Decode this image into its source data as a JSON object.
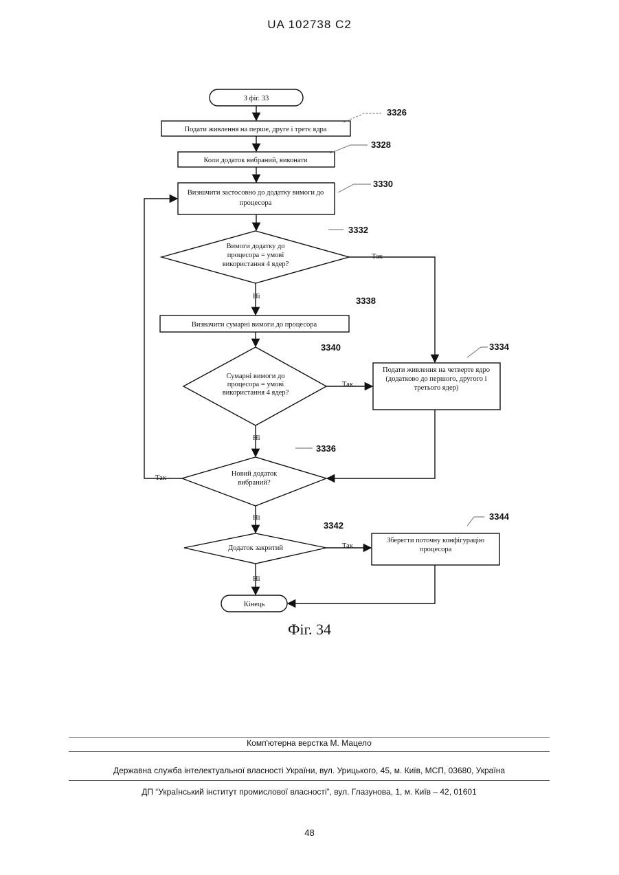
{
  "header": {
    "doc_id": "UA   102738   C2"
  },
  "flowchart": {
    "nodes": {
      "start": "З фіг. 33",
      "n3326": "Подати живлення на перше, друге і третє ядра",
      "n3328": "Коли додаток вибраний, виконати",
      "n3330_l1": "Визначити застосовно до додатку вимоги до",
      "n3330_l2": "процесора",
      "d3332_l1": "Вимоги додатку до",
      "d3332_l2": "процесора = умові",
      "d3332_l3": "використання 4 ядер?",
      "n3338": "Визначити сумарні вимоги до процесора",
      "d3340_l1": "Сумарні вимоги до",
      "d3340_l2": "процесора = умові",
      "d3340_l3": "використання 4 ядер?",
      "n3334_l1": "Подати живлення на четверте ядро",
      "n3334_l2": "(додатково до першого, другого і",
      "n3334_l3": "третього ядер)",
      "d3336_l1": "Новий додаток",
      "d3336_l2": "вибраний?",
      "d3342": "Додаток закритий",
      "n3344_l1": "Зберегти поточну конфігурацію",
      "n3344_l2": "процесора",
      "end": "Кінець"
    },
    "reference_numbers": {
      "r3326": "3326",
      "r3328": "3328",
      "r3330": "3330",
      "r3332": "3332",
      "r3338": "3338",
      "r3340": "3340",
      "r3334": "3334",
      "r3336": "3336",
      "r3342": "3342",
      "r3344": "3344"
    },
    "edge_labels": {
      "yes": "Так",
      "no": "Ні"
    }
  },
  "figure": {
    "caption": "Фіг. 34"
  },
  "footer": {
    "layout": "Комп'ютерна верстка М. Мацело",
    "office": "Державна служба інтелектуальної власності України, вул. Урицького, 45, м. Київ, МСП, 03680, Україна",
    "institute": "ДП “Український інститут промислової власності”, вул. Глазунова, 1, м. Київ – 42, 01601"
  },
  "page_number": "48"
}
